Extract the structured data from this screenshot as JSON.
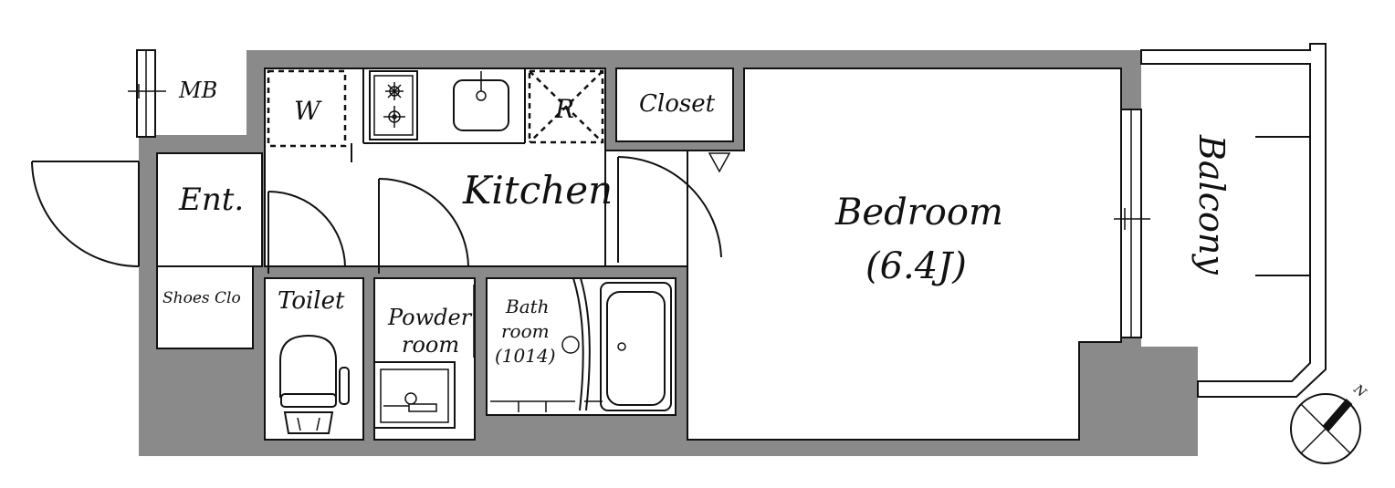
{
  "floorplan": {
    "labels": {
      "mb": "MB",
      "washer": "W",
      "fridge": "R",
      "closet": "Closet",
      "kitchen": "Kitchen",
      "entrance": "Ent.",
      "shoes": "Shoes Clo",
      "toilet": "Toilet",
      "powder_line1": "Powder",
      "powder_line2": "room",
      "bath_line1": "Bath",
      "bath_line2": "room",
      "bath_line3": "(1014)",
      "bedroom": "Bedroom",
      "bedroom_size": "(6.4J)",
      "balcony": "Balcony",
      "north": "N"
    },
    "colors": {
      "wall": "#8a8a8a",
      "line": "#111111",
      "background": "#ffffff"
    }
  }
}
